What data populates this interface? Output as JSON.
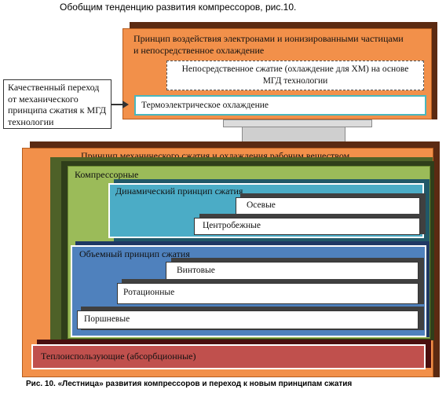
{
  "header": {
    "text": "Обобщим тенденцию развития компрессоров, рис.10."
  },
  "diagram": {
    "top_block": {
      "title": "Принцип воздействия электронами и ионизированными частицами и непосредственное охлаждение",
      "dashed_box": "Непосредственное сжатие (охлаждение для ХМ) на основе МГД технологии",
      "thermo_box": "Термоэлектрическое охлаждение"
    },
    "callout": {
      "text": "Качественный переход от механического принципа сжатия к МГД технологии"
    },
    "mechanical_block": {
      "title": "Принцип механического сжатия и охлаждения рабочим веществом",
      "compressor": {
        "title": "Компрессорные",
        "dynamic": {
          "title": "Динамический принцип сжатия",
          "items": [
            "Осевые",
            "Центробежные"
          ]
        },
        "volumetric": {
          "title": "Объемный принцип сжатия",
          "items": [
            "Винтовые",
            "Ротационные",
            "Поршневые"
          ]
        }
      },
      "heat": "Теплоиспользующие  (абсорбционные)"
    }
  },
  "caption": {
    "text": "Рис. 10. «Лестница» развития компрессоров и переход к новым принципам сжатия"
  }
}
